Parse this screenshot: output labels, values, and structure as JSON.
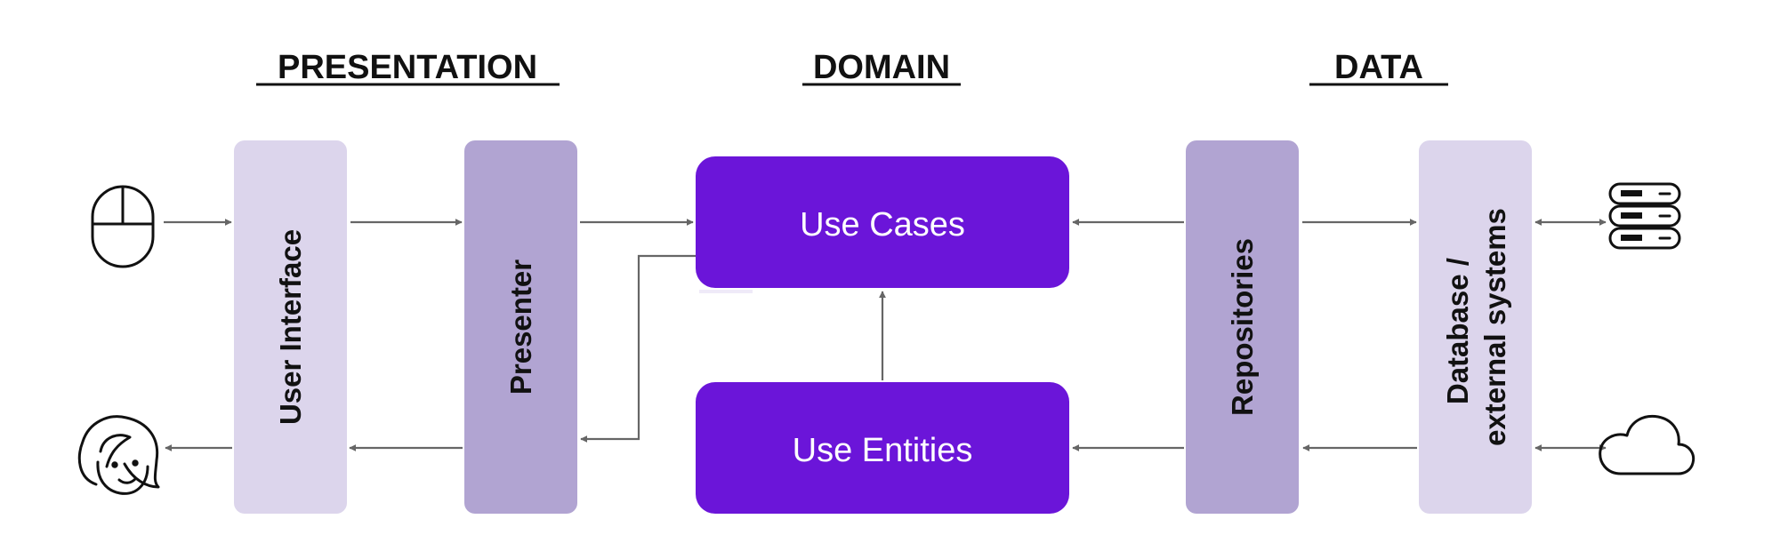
{
  "layers": {
    "presentation": "PRESENTATION",
    "domain": "DOMAIN",
    "data": "DATA"
  },
  "components": {
    "user_interface": "User Interface",
    "presenter": "Presenter",
    "use_cases": "Use Cases",
    "use_entities": "Use Entities",
    "repositories": "Repositories",
    "database_line1": "Database /",
    "database_line2": "external systems"
  },
  "icons": {
    "input": "mouse-icon",
    "output": "user-icon",
    "storage": "server-stack-icon",
    "cloud": "cloud-icon"
  },
  "colors": {
    "light_panel": "#DCD5EC",
    "mid_panel": "#B1A4D2",
    "primary_block": "#6B15D9",
    "connector": "#666666"
  }
}
